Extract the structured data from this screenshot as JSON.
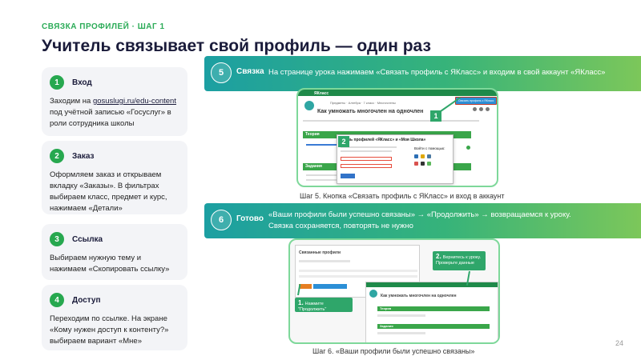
{
  "header": {
    "eyebrow": "СВЯЗКА ПРОФИЛЕЙ · ШАГ 1",
    "title": "Учитель связывает свой профиль — один раз"
  },
  "steps": [
    {
      "num": "1",
      "title": "Вход",
      "text_before": "Заходим на ",
      "link": "gosuslugi.ru/edu-content",
      "text_after": " под учётной записью «Госуслуг» в роли сотрудника школы"
    },
    {
      "num": "2",
      "title": "Заказ",
      "text": "Оформляем заказ и открываем вкладку «Заказы». В фильтрах выбираем класс, предмет и курс, нажимаем «Детали»"
    },
    {
      "num": "3",
      "title": "Ссылка",
      "text": "Выбираем нужную тему и нажимаем «Скопировать ссылку»"
    },
    {
      "num": "4",
      "title": "Доступ",
      "text": "Переходим по ссылке. На экране «Кому нужен доступ к контенту?» выбираем вариант «Мне»"
    }
  ],
  "banners": [
    {
      "num": "5",
      "label": "Связка",
      "text": "На странице урока нажимаем «Связать профиль с ЯКласс» и входим в свой аккаунт «ЯКласс»"
    },
    {
      "num": "6",
      "label": "Готово",
      "text_line1": "«Ваши профили были успешно связаны» → «Продолжить» → возвращаемся к уроку.",
      "text_line2": "Связка сохраняется, повторять не нужно"
    }
  ],
  "screenshot1": {
    "caption": "Шаг 5. Кнопка «Связать профиль с ЯКласс» и вход в аккаунт",
    "logo": "ЯКласс",
    "crumbs": "Предметы · Алгебра · 7 класс · Многочлены",
    "lesson_title": "Как умножать многочлен на одночлен",
    "theory_label": "Теория",
    "tasks_label": "Задания",
    "modal_title": "Связь профилей «ЯКласс» и «Моя Школа»",
    "login_label": "Войти с помощью:",
    "link_button": "Связать профиль с ЯКласс",
    "tag1": "1",
    "tag2": "2"
  },
  "screenshot2": {
    "caption": "Шаг 6. «Ваши профили были успешно связаны»",
    "window_title": "Связанные профили",
    "lesson_title": "Как умножать многочлен на одночлен",
    "theory_label": "Теория",
    "tasks_label": "Задания",
    "callout1_num": "1.",
    "callout1_text": "Нажмите \"Продолжить\"",
    "callout2_num": "2.",
    "callout2_line1": "Вернитесь к уроку.",
    "callout2_line2": "Проверьте данные"
  },
  "page_number": "24",
  "colors": {
    "accent": "#27a84f",
    "title": "#1a1b3a",
    "card_bg": "#f3f4f7",
    "frame": "#7ed89a"
  }
}
